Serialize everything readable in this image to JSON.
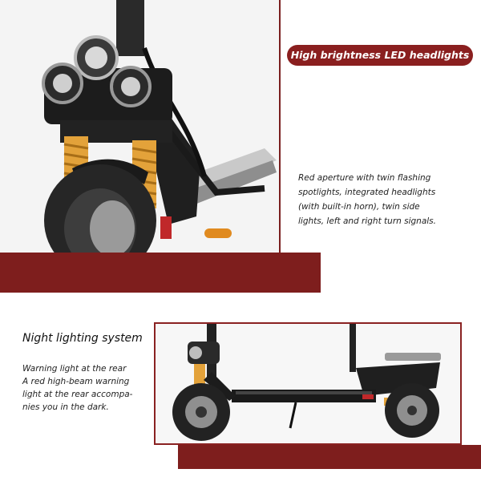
{
  "top": {
    "banner_label": "High brightness LED headlights",
    "description": [
      "Red aperture with twin flashing",
      "spotlights, integrated headlights",
      "(with built-in horn), twin side",
      "lights,  left and right turn signals."
    ]
  },
  "bottom": {
    "heading": "Night lighting system",
    "description": [
      "Warning light at the rear",
      "A red high-beam warning",
      "light at the rear accompa-",
      "nies you in the dark."
    ]
  },
  "colors": {
    "accent_red": "#7e1e1d",
    "spring_gold": "#e3a23a"
  }
}
